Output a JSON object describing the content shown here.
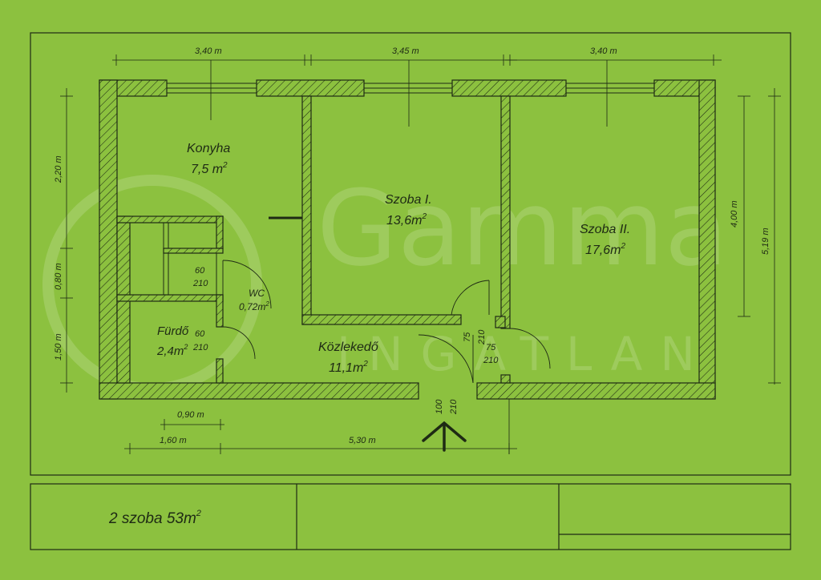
{
  "watermark": {
    "brand": "Gamma",
    "sub": "INGATLAN"
  },
  "rooms": {
    "konyha": {
      "name": "Konyha",
      "area": "7,5 m",
      "sup": "2"
    },
    "szoba1": {
      "name": "Szoba I.",
      "area": "13,6m",
      "sup": "2"
    },
    "szoba2": {
      "name": "Szoba II.",
      "area": "17,6m",
      "sup": "2"
    },
    "wc": {
      "name": "WC",
      "area": "0,72m",
      "sup": "2"
    },
    "furdo": {
      "name": "Fürdő",
      "area": "2,4m",
      "sup": "2"
    },
    "kozlekedo": {
      "name": "Közlekedő",
      "area": "11,1m",
      "sup": "2"
    }
  },
  "dimensions": {
    "top_1": "3,40 m",
    "top_2": "3,45 m",
    "top_3": "3,40 m",
    "left_1": "2,20 m",
    "left_2": "0,80 m",
    "left_3": "1,50 m",
    "right_inner": "4,00 m",
    "right_outer": "5,19 m",
    "bottom_inner": "0,90 m",
    "bottom_1": "1,60 m",
    "bottom_2": "5,30 m"
  },
  "doors": {
    "wc_w": "60",
    "wc_h": "210",
    "furdo_w": "60",
    "furdo_h": "210",
    "szoba1_w": "75",
    "szoba1_h": "210",
    "szoba2_w": "75",
    "szoba2_h": "210",
    "entry_w": "100",
    "entry_h": "210"
  },
  "footer": {
    "title": "2 szoba 53m",
    "sup": "2"
  },
  "colors": {
    "background": "#8cc13f",
    "line": "#1e2a14"
  }
}
